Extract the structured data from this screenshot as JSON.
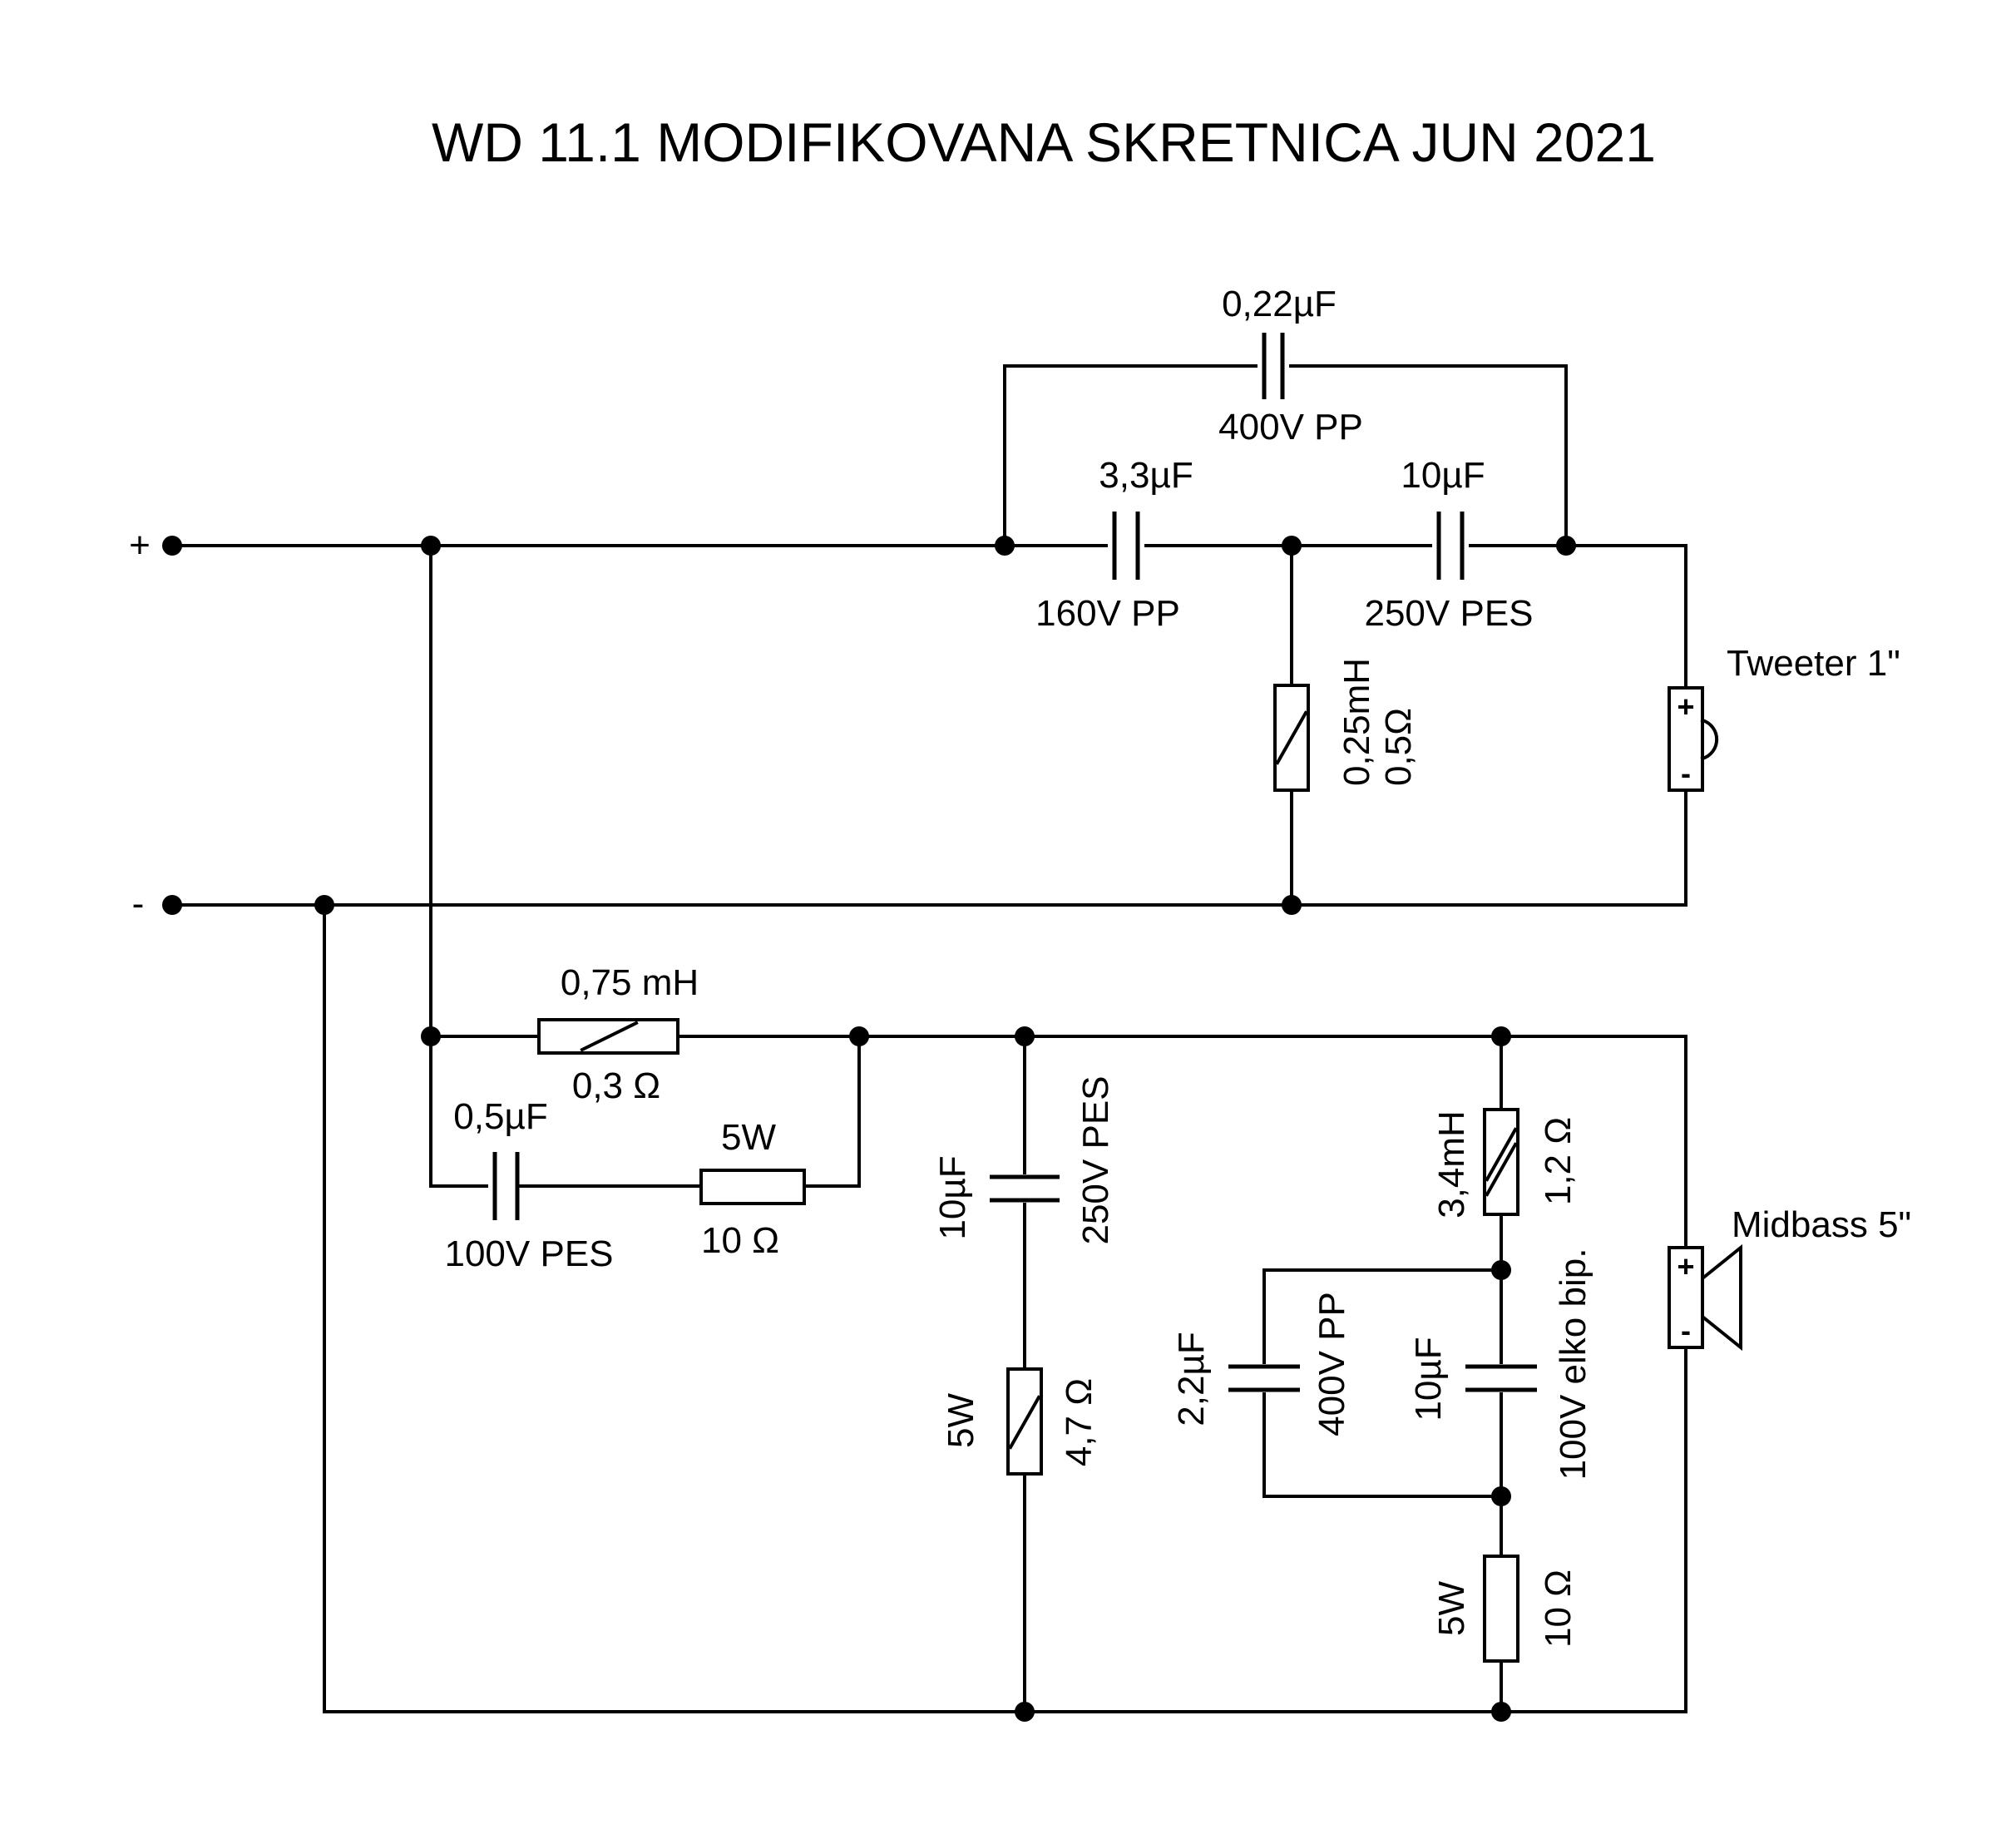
{
  "title": "WD 11.1 MODIFIKOVANA SKRETNICA JUN 2021",
  "terminals": {
    "plus": "+",
    "minus": "-"
  },
  "tweeter": {
    "name": "Tweeter 1\"",
    "plus": "+",
    "minus": "-",
    "c_parallel": {
      "value": "0,22µF",
      "rating": "400V PP"
    },
    "c1": {
      "value": "3,3µF",
      "rating": "160V PP"
    },
    "c2": {
      "value": "10µF",
      "rating": "250V PES"
    },
    "l1": {
      "value": "0,25mH",
      "resistance": "0,5Ω"
    }
  },
  "midbass": {
    "name": "Midbass 5\"",
    "plus": "+",
    "minus": "-",
    "l_series": {
      "value": "0,75 mH",
      "resistance": "0,3 Ω"
    },
    "c_snubber": {
      "value": "0,5µF",
      "rating": "100V PES"
    },
    "r_snubber": {
      "power": "5W",
      "value": "10 Ω"
    },
    "c_shunt": {
      "value": "10µF",
      "rating": "250V PES"
    },
    "r_shunt": {
      "power": "5W",
      "value": "4,7 Ω"
    },
    "l_notch": {
      "value": "3,4mH",
      "resistance": "1,2 Ω"
    },
    "c_notch_a": {
      "value": "2,2µF",
      "rating": "400V PP"
    },
    "c_notch_b": {
      "value": "10µF",
      "rating": "100V elko bip."
    },
    "r_notch": {
      "power": "5W",
      "value": "10 Ω"
    }
  }
}
